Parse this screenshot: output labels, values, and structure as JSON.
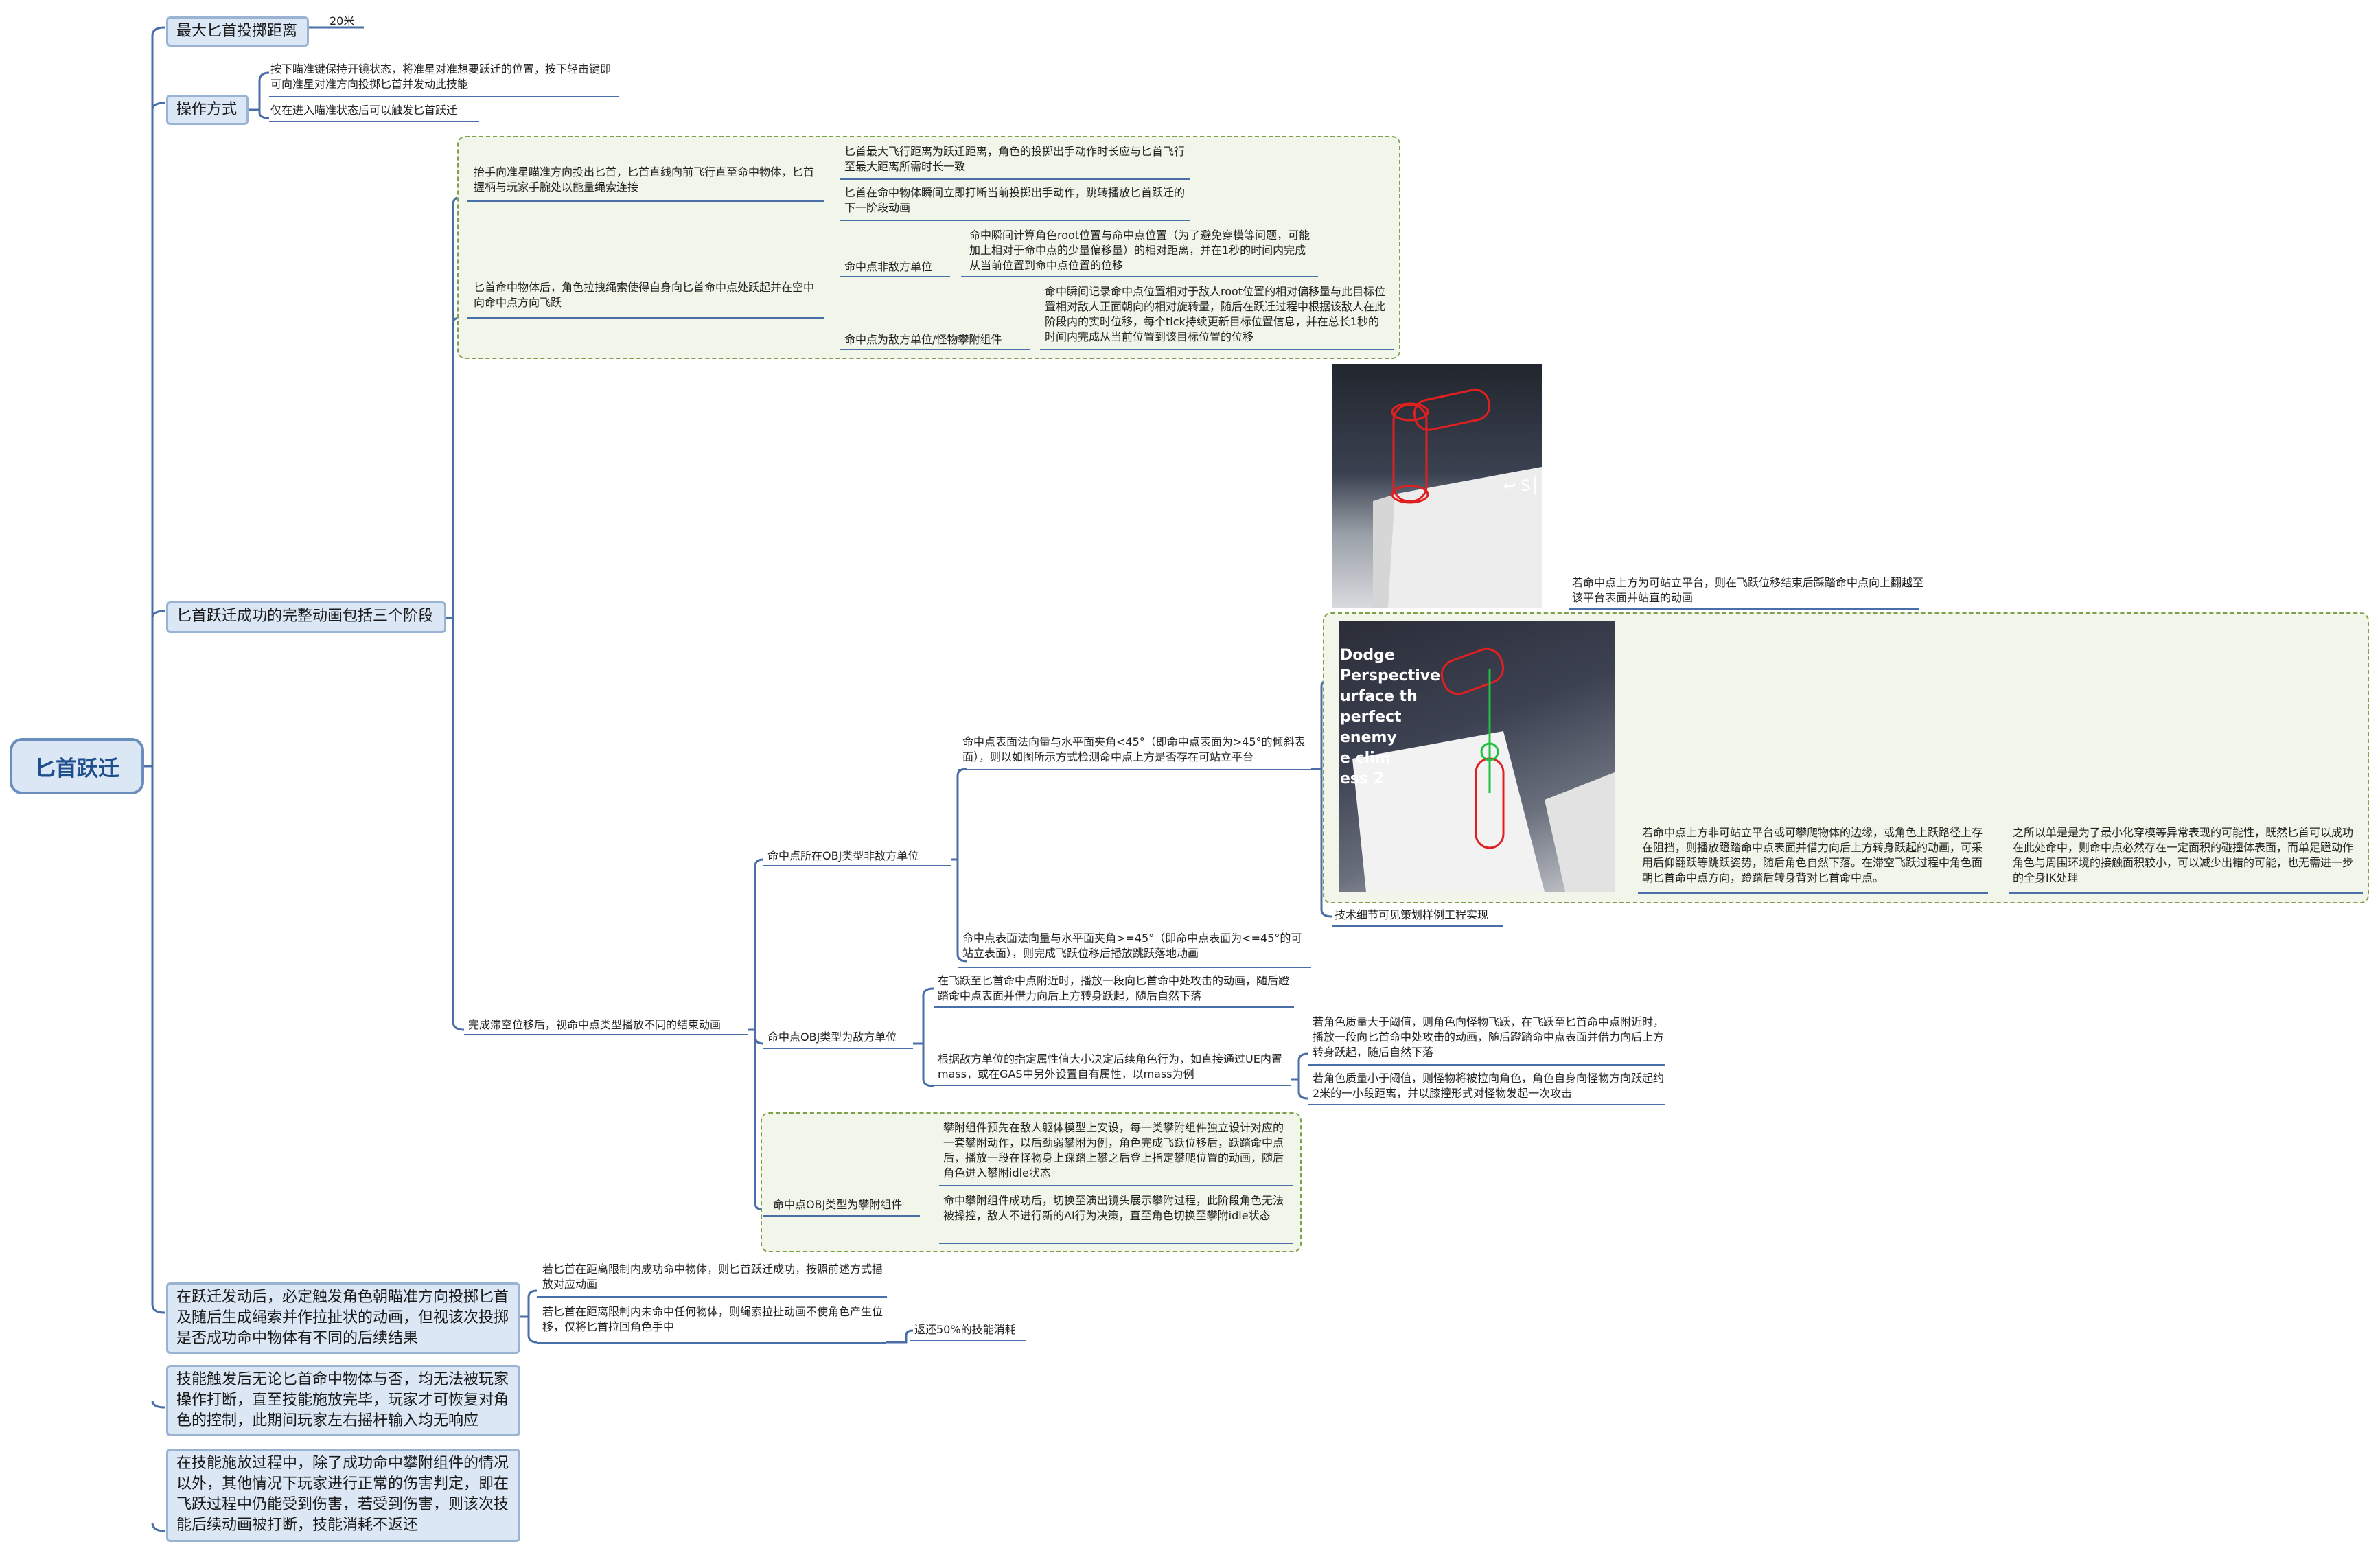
{
  "root": {
    "label": "匕首跃迁"
  },
  "branch_max_distance": {
    "label": "最大匕首投掷距离",
    "value": "20米"
  },
  "branch_controls": {
    "label": "操作方式",
    "items": [
      "按下瞄准键保持开镜状态，将准星对准想要跃迁的位置，按下轻击键即可向准星对准方向投掷匕首并发动此技能",
      "仅在进入瞄准状态后可以触发匕首跃迁"
    ]
  },
  "branch_stages": {
    "label": "匕首跃迁成功的完整动画包括三个阶段",
    "stage1": {
      "label": "抬手向准星瞄准方向投出匕首，匕首直线向前飞行直至命中物体，匕首握柄与玩家手腕处以能量绳索连接",
      "items": [
        "匕首最大飞行距离为跃迁距离，角色的投掷出手动作时长应与匕首飞行至最大距离所需时长一致",
        "匕首在命中物体瞬间立即打断当前投掷出手动作，跳转播放匕首跃迁的下一阶段动画"
      ]
    },
    "stage2": {
      "label": "匕首命中物体后，角色拉拽绳索使得自身向匕首命中点处跃起并在空中向命中点方向飞跃",
      "non_enemy": {
        "label": "命中点非敌方单位",
        "desc": "命中瞬间计算角色root位置与命中点位置（为了避免穿模等问题，可能加上相对于命中点的少量偏移量）的相对距离，并在1秒的时间内完成从当前位置到命中点位置的位移"
      },
      "enemy": {
        "label": "命中点为敌方单位/怪物攀附组件",
        "desc": "命中瞬间记录命中点位置相对于敌人root位置的相对偏移量与此目标位置相对敌人正面朝向的相对旋转量，随后在跃迁过程中根据该敌人在此阶段内的实时位移，每个tick持续更新目标位置信息，并在总长1秒的时间内完成从当前位置到该目标位置的位移"
      }
    },
    "stage3": {
      "label": "完成滞空位移后，视命中点类型播放不同的结束动画",
      "obj_non_enemy": {
        "label": "命中点所在OBJ类型非敌方单位",
        "lt45": {
          "label": "命中点表面法向量与水平面夹角<45°（即命中点表面为>45°的倾斜表面），则以如图所示方式检测命中点上方是否存在可站立平台",
          "standable": "若命中点上方为可站立平台，则在飞跃位移结束后踩踏命中点向上翻越至该平台表面并站直的动画",
          "not_standable": "若命中点上方非可站立平台或可攀爬物体的边缘，或角色上跃路径上存在阻挡，则播放蹬踏命中点表面并借力向后上方转身跃起的动画，可采用后仰翻跃等跳跃姿势，随后角色自然下落。在滞空飞跃过程中角色面朝匕首命中点方向，蹬踏后转身背对匕首命中点。",
          "reason": "之所以单是是为了最小化穿模等异常表现的可能性，既然匕首可以成功在此处命中，则命中点必然存在一定面积的碰撞体表面，而单足蹬动作角色与周围环境的接触面积较小，可以减少出错的可能，也无需进一步的全身IK处理",
          "tech_note": "技术细节可见策划样例工程实现"
        },
        "ge45": "命中点表面法向量与水平面夹角>=45°（即命中点表面为<=45°的可站立表面），则完成飞跃位移后播放跳跃落地动画"
      },
      "obj_enemy": {
        "label": "命中点OBJ类型为敌方单位",
        "item1": "在飞跃至匕首命中点附近时，播放一段向匕首命中处攻击的动画，随后蹬踏命中点表面并借力向后上方转身跃起，随后自然下落",
        "item2": "根据敌方单位的指定属性值大小决定后续角色行为，如直接通过UE内置mass，或在GAS中另外设置自有属性，以mass为例",
        "heavy": "若角色质量大于阈值，则角色向怪物飞跃，在飞跃至匕首命中点附近时，播放一段向匕首命中处攻击的动画，随后蹬踏命中点表面并借力向后上方转身跃起，随后自然下落",
        "light": "若角色质量小于阈值，则怪物将被拉向角色，角色自身向怪物方向跃起约2米的一小段距离，并以膝撞形式对怪物发起一次攻击"
      },
      "obj_climb": {
        "label": "命中点OBJ类型为攀附组件",
        "item1": "攀附组件预先在敌人躯体模型上安设，每一类攀附组件独立设计对应的一套攀附动作，以后劲弱攀附为例，角色完成飞跃位移后，跃踏命中点后，播放一段在怪物身上踩踏上攀之后登上指定攀爬位置的动画，随后角色进入攀附idle状态",
        "item2": "命中攀附组件成功后，切换至演出镜头展示攀附过程，此阶段角色无法被操控，敌人不进行新的AI行为决策，直至角色切换至攀附idle状态"
      },
      "image1_text": "↩ S│",
      "image2_lines": [
        "Dodge",
        "Perspective",
        "urface th",
        "perfect",
        "enemy",
        "e clim",
        "ess 2"
      ]
    }
  },
  "branch_launch": {
    "label": "在跃迁发动后，必定触发角色朝瞄准方向投掷匕首及随后生成绳索并作拉扯状的动画，但视该次投掷是否成功命中物体有不同的后续结果",
    "hit": "若匕首在距离限制内成功命中物体，则匕首跃迁成功，按照前述方式播放对应动画",
    "miss": "若匕首在距离限制内未命中任何物体，则绳索拉扯动画不使角色产生位移，仅将匕首拉回角色手中",
    "refund": "返还50%的技能消耗"
  },
  "branch_uninterruptible": {
    "label": "技能触发后无论匕首命中物体与否，均无法被玩家操作打断，直至技能施放完毕，玩家才可恢复对角色的控制，此期间玩家左右摇杆输入均无响应"
  },
  "branch_damage": {
    "label": "在技能施放过程中，除了成功命中攀附组件的情况以外，其他情况下玩家进行正常的伤害判定，即在飞跃过程中仍能受到伤害，若受到伤害，则该次技能后续动画被打断，技能消耗不返还"
  },
  "colors": {
    "line": "#4a6ea8",
    "node_fill": "#dbe7f5",
    "node_border": "#9bb3d3",
    "group_fill": "#f2f6ea",
    "group_border": "#7fa04a"
  }
}
